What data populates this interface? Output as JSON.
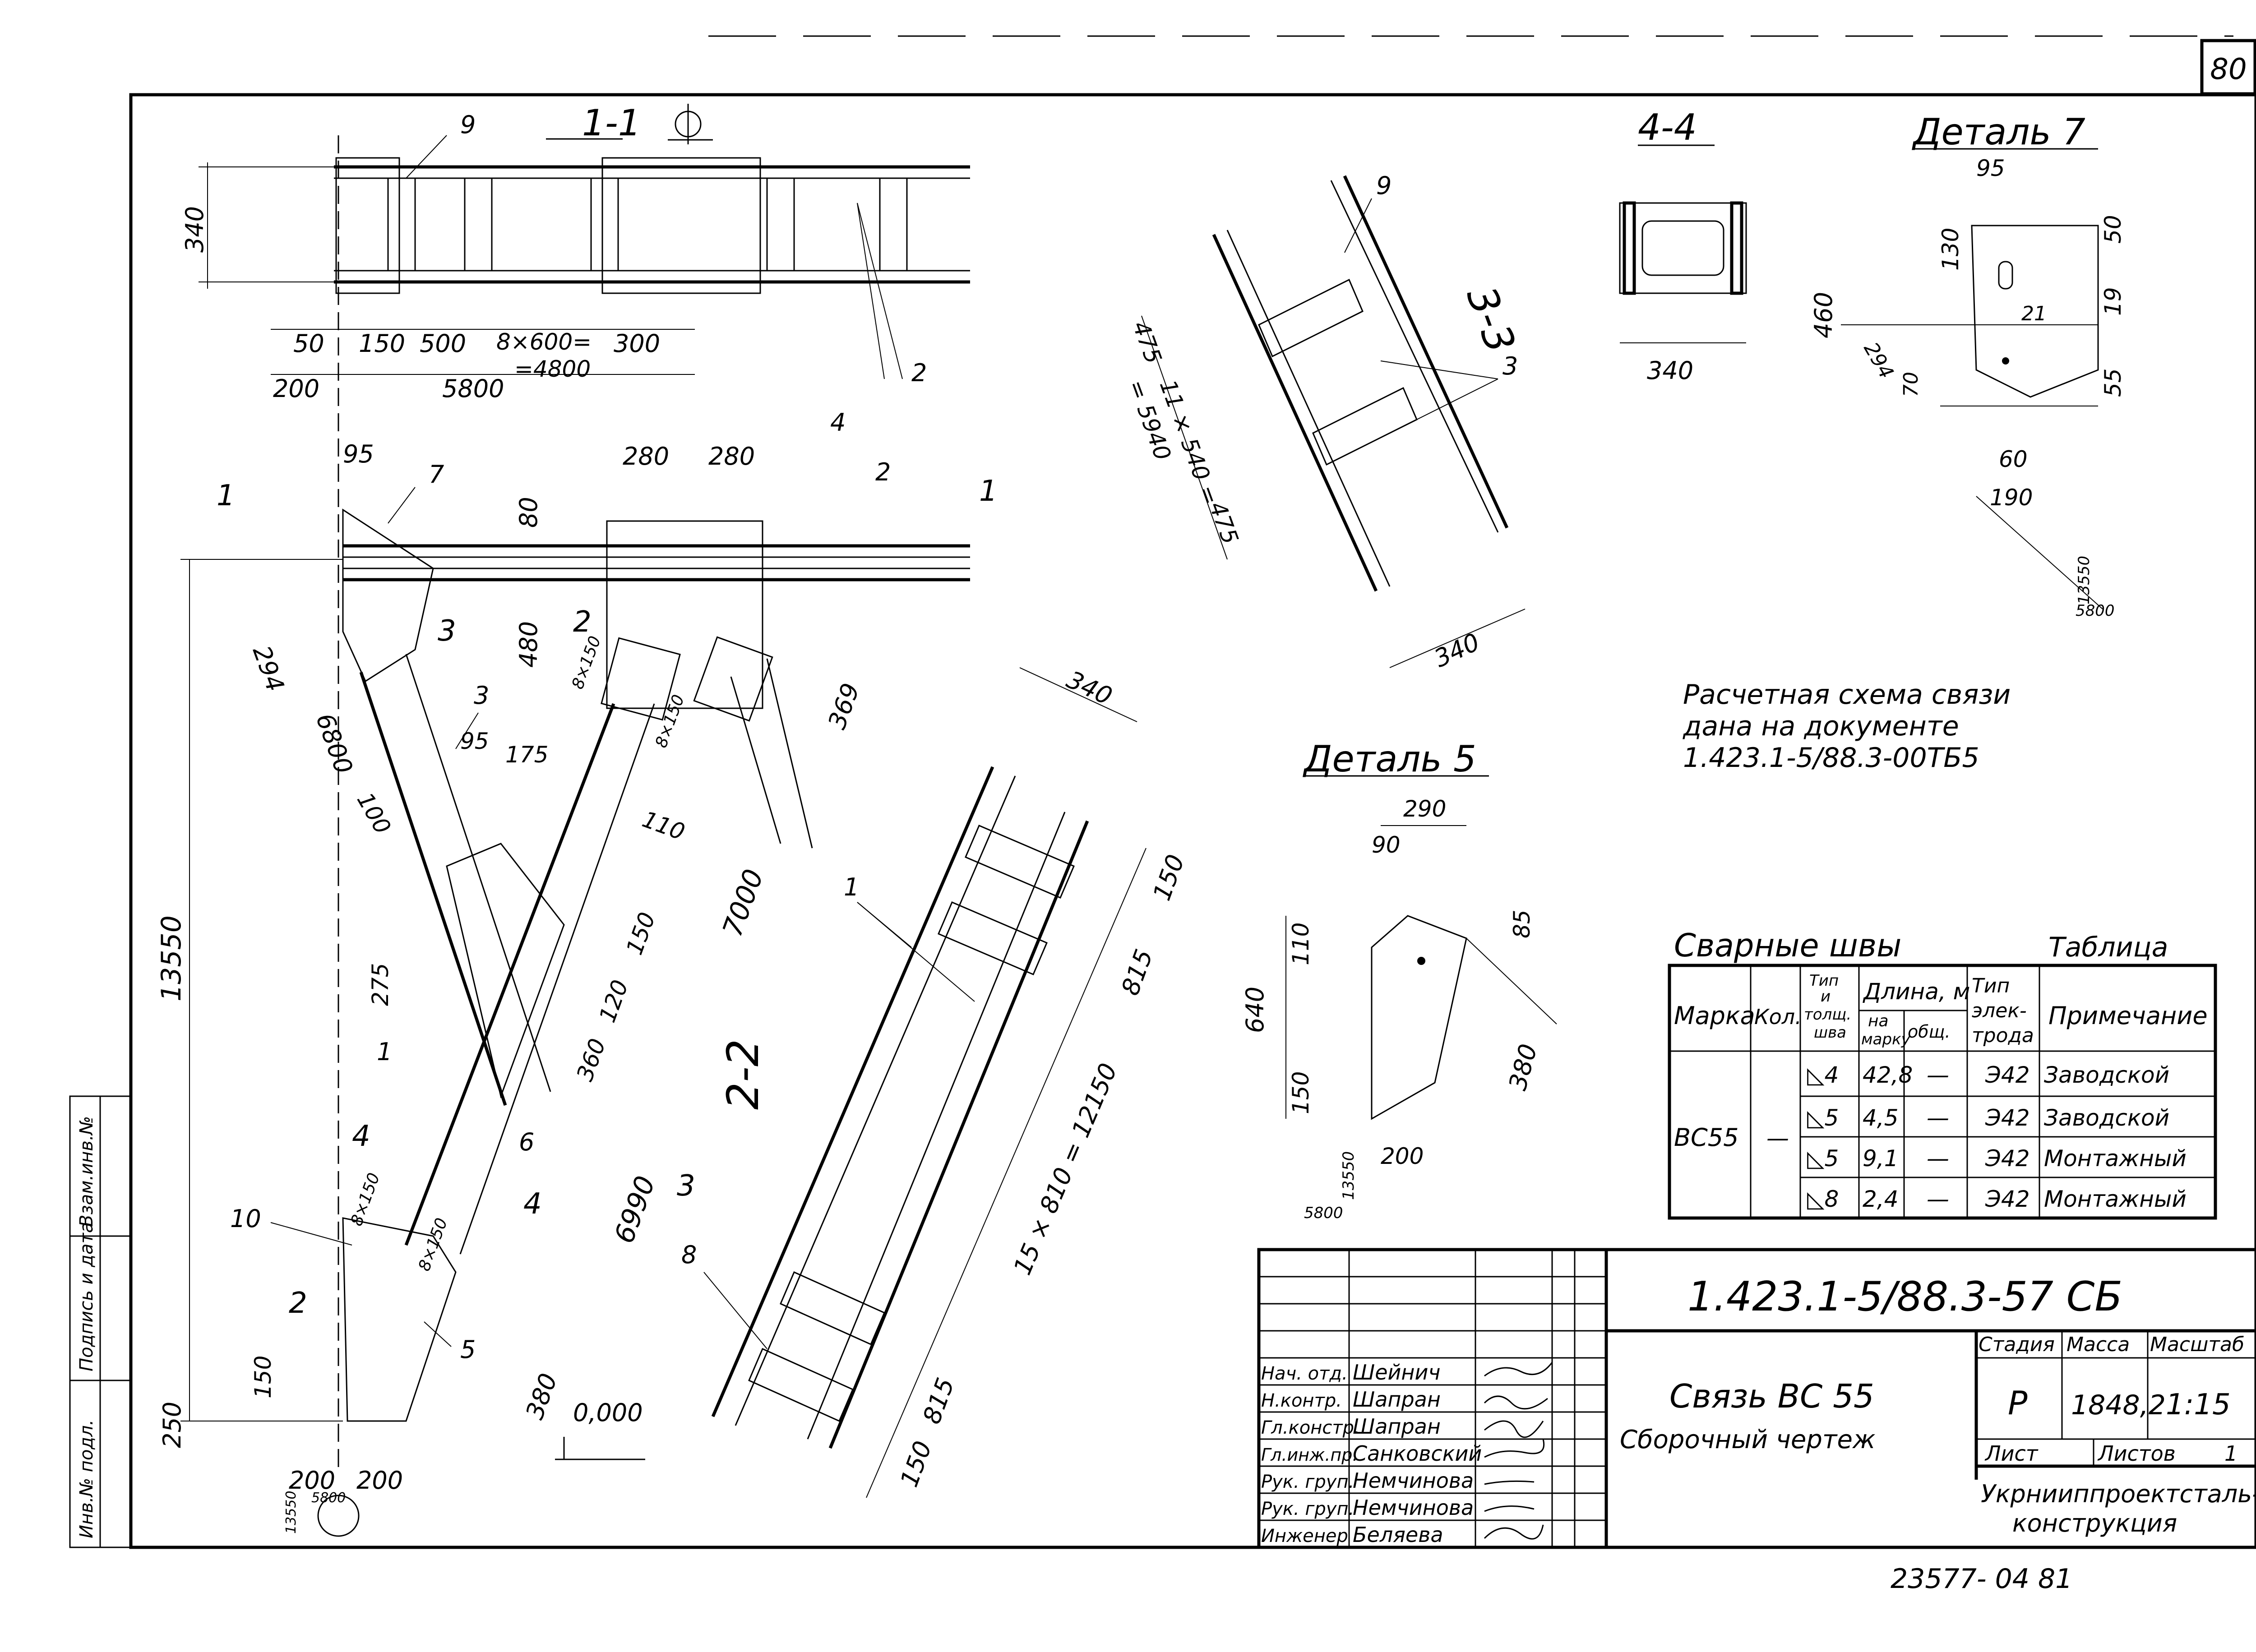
{
  "sheet_number": "80",
  "views": {
    "section_1_1": "1-1",
    "section_3_3": "3-3",
    "section_4_4": "4-4",
    "section_2_2": "2-2",
    "detail_7": "Деталь 7",
    "detail_5": "Деталь 5"
  },
  "section_markers": [
    "1",
    "1",
    "2",
    "2",
    "3",
    "3",
    "4",
    "4"
  ],
  "part_marks": [
    "1",
    "1",
    "2",
    "2",
    "3",
    "3",
    "4",
    "5",
    "6",
    "7",
    "8",
    "9",
    "9",
    "10"
  ],
  "dims_1_1": [
    "340",
    "50",
    "150",
    "500",
    "8×600=",
    "=4800",
    "300",
    "200",
    "5800"
  ],
  "dims_main": [
    "95",
    "280",
    "280",
    "80",
    "480",
    "294",
    "6800",
    "13550",
    "95",
    "175",
    "110",
    "100",
    "275",
    "150",
    "120",
    "360",
    "7000",
    "369",
    "6990",
    "380",
    "150",
    "250",
    "200",
    "200",
    "0,000",
    "8×150",
    "8×150",
    "8×150",
    "8×150",
    "5800",
    "13550"
  ],
  "dims_2_2": [
    "340",
    "150",
    "815",
    "15 × 810 = 12150",
    "815",
    "150"
  ],
  "dims_3_3": [
    "475",
    "11 × 540 =",
    "= 5940",
    "475",
    "340"
  ],
  "dims_4_4": [
    "340"
  ],
  "dims_detail_7": [
    "95",
    "50",
    "130",
    "460",
    "21",
    "19",
    "294",
    "70",
    "55",
    "60",
    "190",
    "13550",
    "5800"
  ],
  "dims_detail_5": [
    "290",
    "90",
    "85",
    "110",
    "640",
    "380",
    "150",
    "200",
    "13550",
    "5800"
  ],
  "note_lines": [
    "Расчетная схема связи",
    "дана на документе",
    "1.423.1-5/88.3-00ТБ5"
  ],
  "weld_table": {
    "title": "Сварные швы",
    "label": "Таблица",
    "headers": {
      "mark": "Марка",
      "qty": "Кол.",
      "type": [
        "Тип",
        "и",
        "толщ.",
        "шва"
      ],
      "length": "Длина, м",
      "per_mark": [
        "на",
        "марку"
      ],
      "total": "общ.",
      "electrode": [
        "Тип",
        "элек-",
        "трода"
      ],
      "note": "Примечание"
    },
    "mark": "ВС55",
    "qty": "—",
    "rows": [
      {
        "type": "◺4",
        "per_mark": "42,8",
        "total": "—",
        "electrode": "Э42",
        "note": "Заводской"
      },
      {
        "type": "◺5",
        "per_mark": "4,5",
        "total": "—",
        "electrode": "Э42",
        "note": "Заводской"
      },
      {
        "type": "◺5",
        "per_mark": "9,1",
        "total": "—",
        "electrode": "Э42",
        "note": "Монтажный"
      },
      {
        "type": "◺8",
        "per_mark": "2,4",
        "total": "—",
        "electrode": "Э42",
        "note": "Монтажный"
      }
    ]
  },
  "title_block": {
    "doc_code": "1.423.1-5/88.3-57 СБ",
    "title": "Связь ВС 55",
    "subtitle": "Сборочный чертеж",
    "stage_label": "Стадия",
    "mass_label": "Масса",
    "scale_label": "Масштаб",
    "stage": "Р",
    "mass": "1848,2",
    "scale": "1:15",
    "sheet_label": "Лист",
    "sheets_label": "Листов",
    "sheets": "1",
    "org": [
      "Укрнииппроектсталь-",
      "конструкция"
    ],
    "people": [
      {
        "role": "Нач. отд.",
        "name": "Шейнич"
      },
      {
        "role": "Н.контр.",
        "name": "Шапран"
      },
      {
        "role": "Гл.констр.",
        "name": "Шапран"
      },
      {
        "role": "Гл.инж.пр.",
        "name": "Санковский"
      },
      {
        "role": "Рук. груп.",
        "name": "Немчинова"
      },
      {
        "role": "Рук. груп.",
        "name": "Немчинова"
      },
      {
        "role": "Инженер",
        "name": "Беляева"
      }
    ]
  },
  "side_stamp": [
    "Инв.№ подл.",
    "Подпись и дата",
    "Взам.инв.№"
  ],
  "footer_number": "23577- 04  81"
}
